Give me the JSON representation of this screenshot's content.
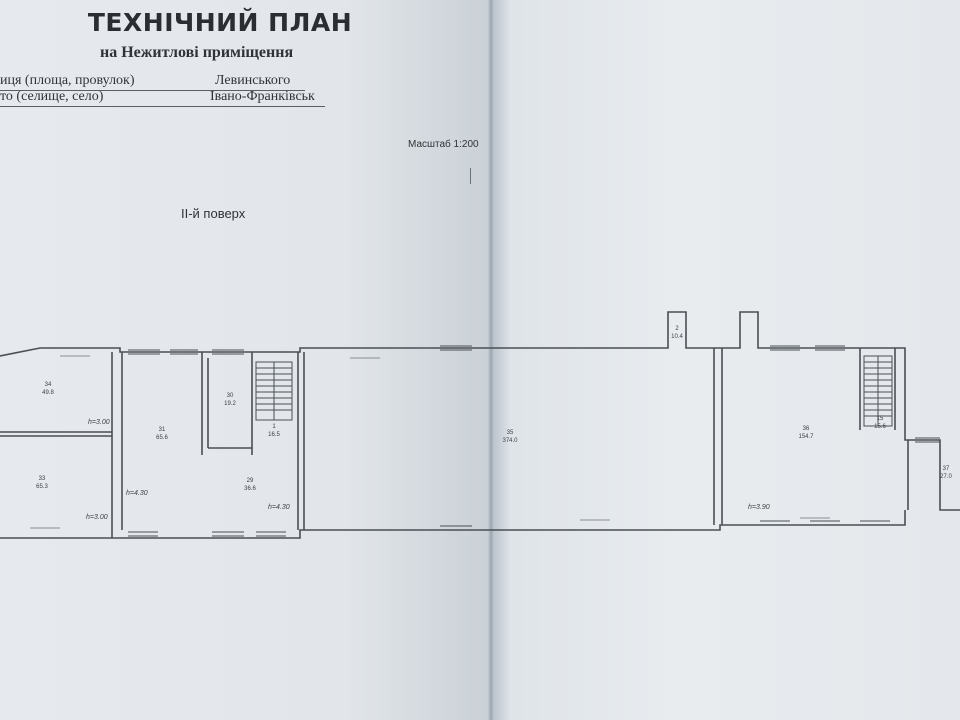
{
  "document": {
    "title": "ТЕХНІЧНИЙ ПЛАН",
    "subtitle": "на Нежитлові приміщення",
    "street_label": "иця (площа, провулок)",
    "street_value": "Левинського",
    "city_label": "то (селище, село)",
    "city_value": "Івано-Франківськ",
    "scale": "Масштаб 1:200",
    "floor": "ІІ-й поверх"
  },
  "plan": {
    "rooms": [
      {
        "num": "34",
        "area": "49.8"
      },
      {
        "num": "33",
        "area": "65.3"
      },
      {
        "num": "31",
        "area": "65.6"
      },
      {
        "num": "30",
        "area": "19.2"
      },
      {
        "num": "1",
        "area": "16.5"
      },
      {
        "num": "29",
        "area": "36.6"
      },
      {
        "num": "35",
        "area": "374.0"
      },
      {
        "num": "36",
        "area": "154.7"
      },
      {
        "num": "15",
        "area": "15.6"
      },
      {
        "num": "37",
        "area": "27.0"
      },
      {
        "num": "2",
        "area": "10.4"
      }
    ],
    "heights": [
      "h=3.00",
      "h=4.30",
      "h=4.30",
      "h=3.00",
      "h=3.90"
    ]
  }
}
